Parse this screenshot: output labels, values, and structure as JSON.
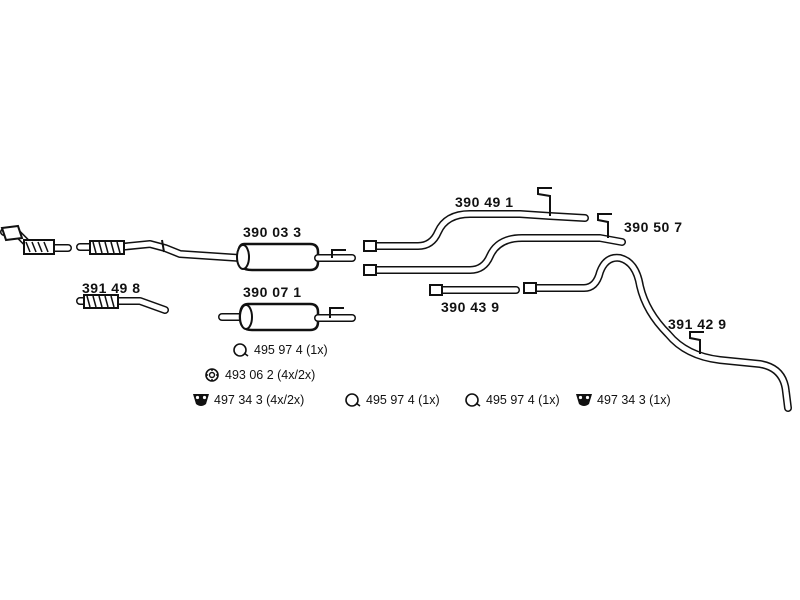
{
  "parts": {
    "p390033": "390 03 3",
    "p390071": "390 07 1",
    "p391498": "391 49 8",
    "p390491": "390 49 1",
    "p390507": "390 50 7",
    "p390439": "390 43 9",
    "p391429": "391 42 9"
  },
  "accessories": [
    {
      "icon": "clamp-ring-icon",
      "text": "495 97 4 (1x)"
    },
    {
      "icon": "gasket-icon",
      "text": "493 06 2 (4x/2x)"
    },
    {
      "icon": "rubber-mount-icon",
      "text": "497 34 3 (4x/2x)"
    },
    {
      "icon": "clamp-ring-icon",
      "text": "495 97 4  (1x)"
    },
    {
      "icon": "clamp-ring-icon",
      "text": "495 97 4 (1x)"
    },
    {
      "icon": "rubber-mount-icon",
      "text": "497 34 3 (1x)"
    }
  ]
}
